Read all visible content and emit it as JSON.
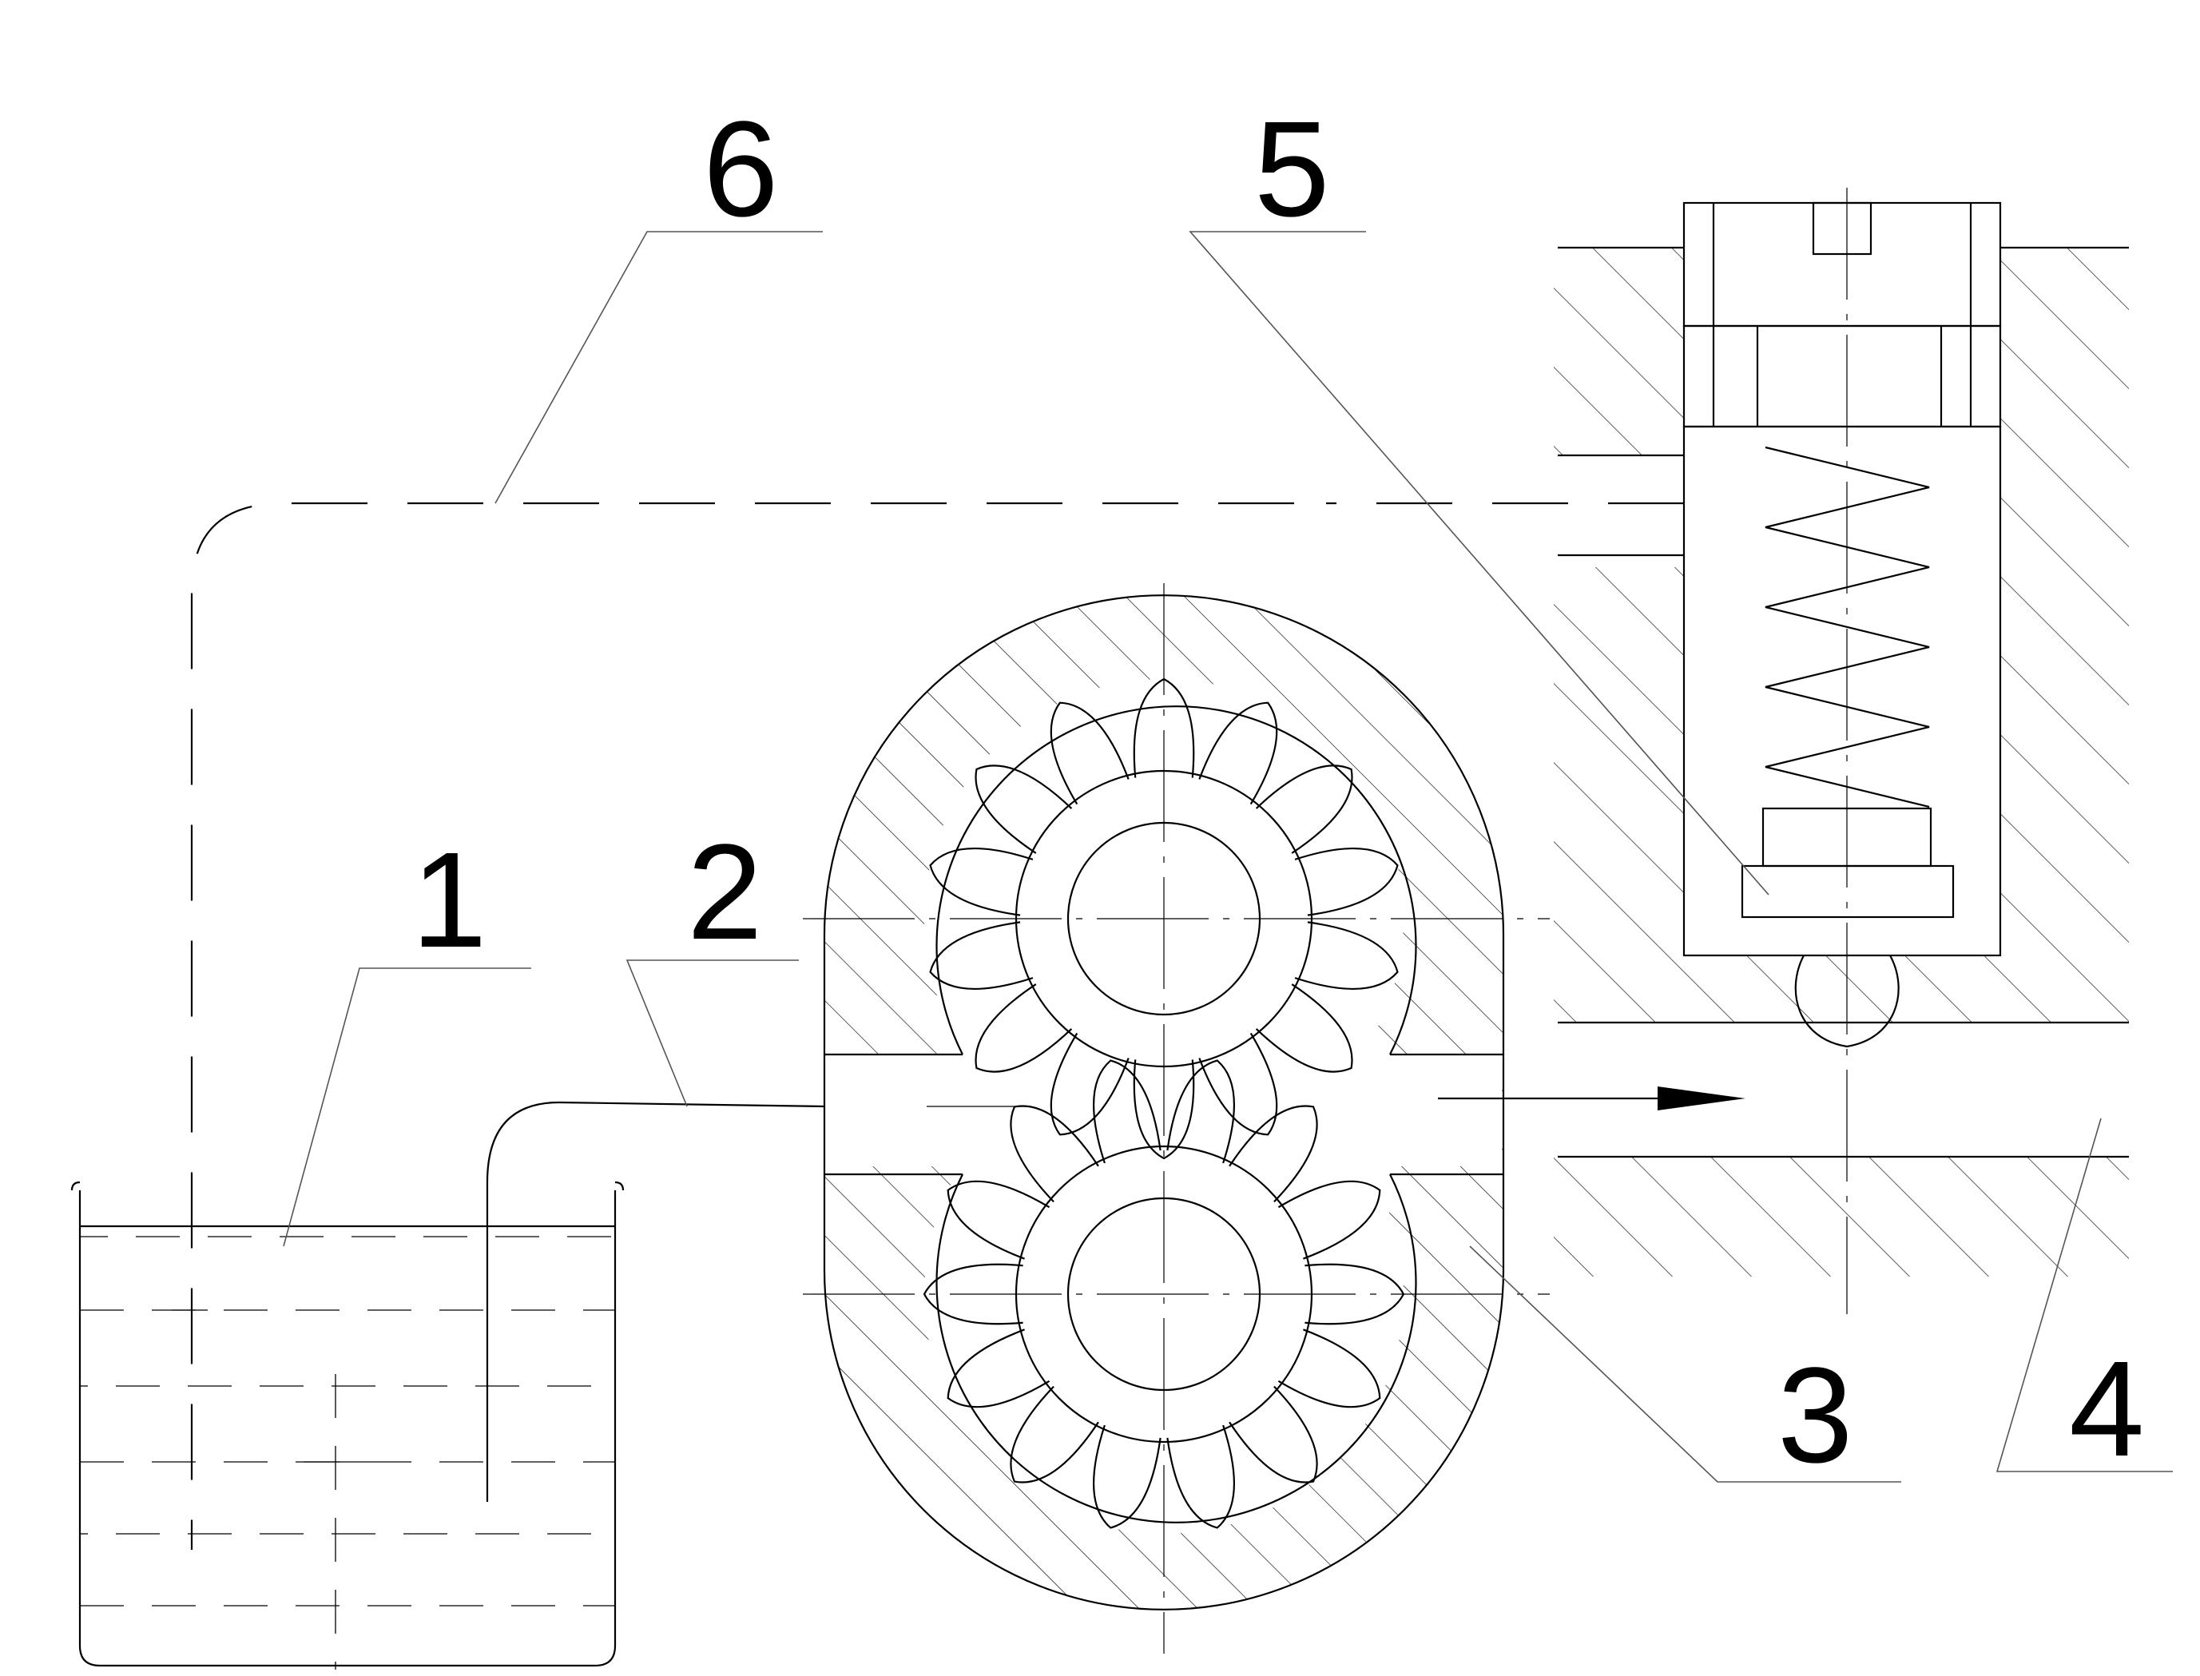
{
  "labels": {
    "tank": "1",
    "suction_pipe": "2",
    "pump_body": "3",
    "outlet_line": "4",
    "relief_valve": "5",
    "return_line": "6"
  }
}
